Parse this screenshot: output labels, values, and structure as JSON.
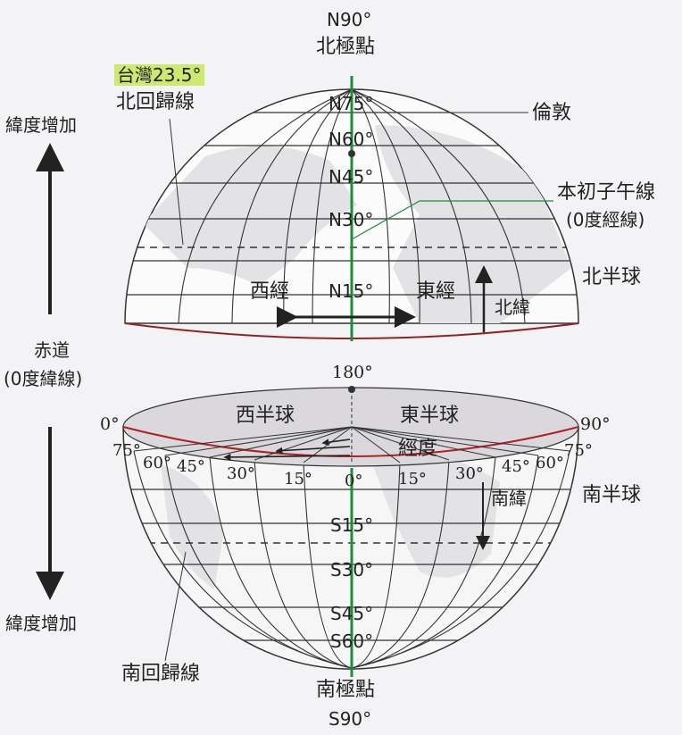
{
  "labels": {
    "north_pole_deg": "N90°",
    "north_pole": "北極點",
    "taiwan_highlight": "台灣23.5°",
    "tropic_cancer": "北回歸線",
    "latitude_increase_top": "緯度增加",
    "london": "倫敦",
    "n75": "N75°",
    "n60": "N60°",
    "n45": "N45°",
    "n30": "N30°",
    "n15": "N15°",
    "prime_meridian": "本初子午線",
    "prime_meridian_sub": "(0度經線)",
    "west_longitude": "西經",
    "east_longitude": "東經",
    "north_hemisphere": "北半球",
    "north_latitude": "北緯",
    "equator": "赤道",
    "equator_sub": "(0度緯線)",
    "deg180": "180°",
    "west_hemisphere": "西半球",
    "east_hemisphere": "東半球",
    "deg0_left": "0°",
    "deg90_right": "90°",
    "longitude": "經度",
    "south_hemisphere": "南半球",
    "south_latitude": "南緯",
    "s15": "S15°",
    "s30": "S30°",
    "s45": "S45°",
    "s60": "S60°",
    "tropic_capricorn": "南回歸線",
    "south_pole": "南極點",
    "south_pole_deg": "S90°",
    "latitude_increase_bottom": "緯度增加",
    "lon_l75": "75°",
    "lon_l60": "60°",
    "lon_l45": "45°",
    "lon_l30": "30°",
    "lon_l15": "15°",
    "lon_0": "0°",
    "lon_r15": "15°",
    "lon_r30": "30°",
    "lon_r45": "45°",
    "lon_r60": "60°",
    "lon_r75": "75°"
  },
  "colors": {
    "prime_meridian": "#1e8c3a",
    "equator_edge": "#b02020",
    "highlight": "#cfe870",
    "grid": "#333333",
    "land": "#e6e6e8"
  }
}
